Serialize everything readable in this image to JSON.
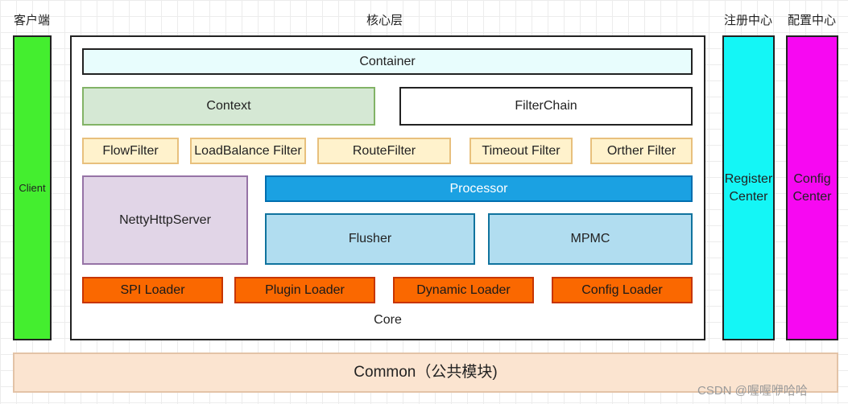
{
  "headers": {
    "client": "客户端",
    "core": "核心层",
    "registry": "注册中心",
    "config": "配置中心"
  },
  "client": "Client",
  "register_center": "Register Center",
  "config_center": "Config Center",
  "core": {
    "label": "Core",
    "container": "Container",
    "context": "Context",
    "filter_chain": "FilterChain",
    "filters": [
      "FlowFilter",
      "LoadBalance Filter",
      "RouteFilter",
      "Timeout Filter",
      "Orther Filter"
    ],
    "netty_server": "NettyHttpServer",
    "processor": "Processor",
    "flusher": "Flusher",
    "mpmc": "MPMC",
    "loaders": [
      "SPI Loader",
      "Plugin Loader",
      "Dynamic Loader",
      "Config Loader"
    ]
  },
  "common": "Common（公共模块)",
  "watermark": "CSDN @喔喔咿哈哈"
}
